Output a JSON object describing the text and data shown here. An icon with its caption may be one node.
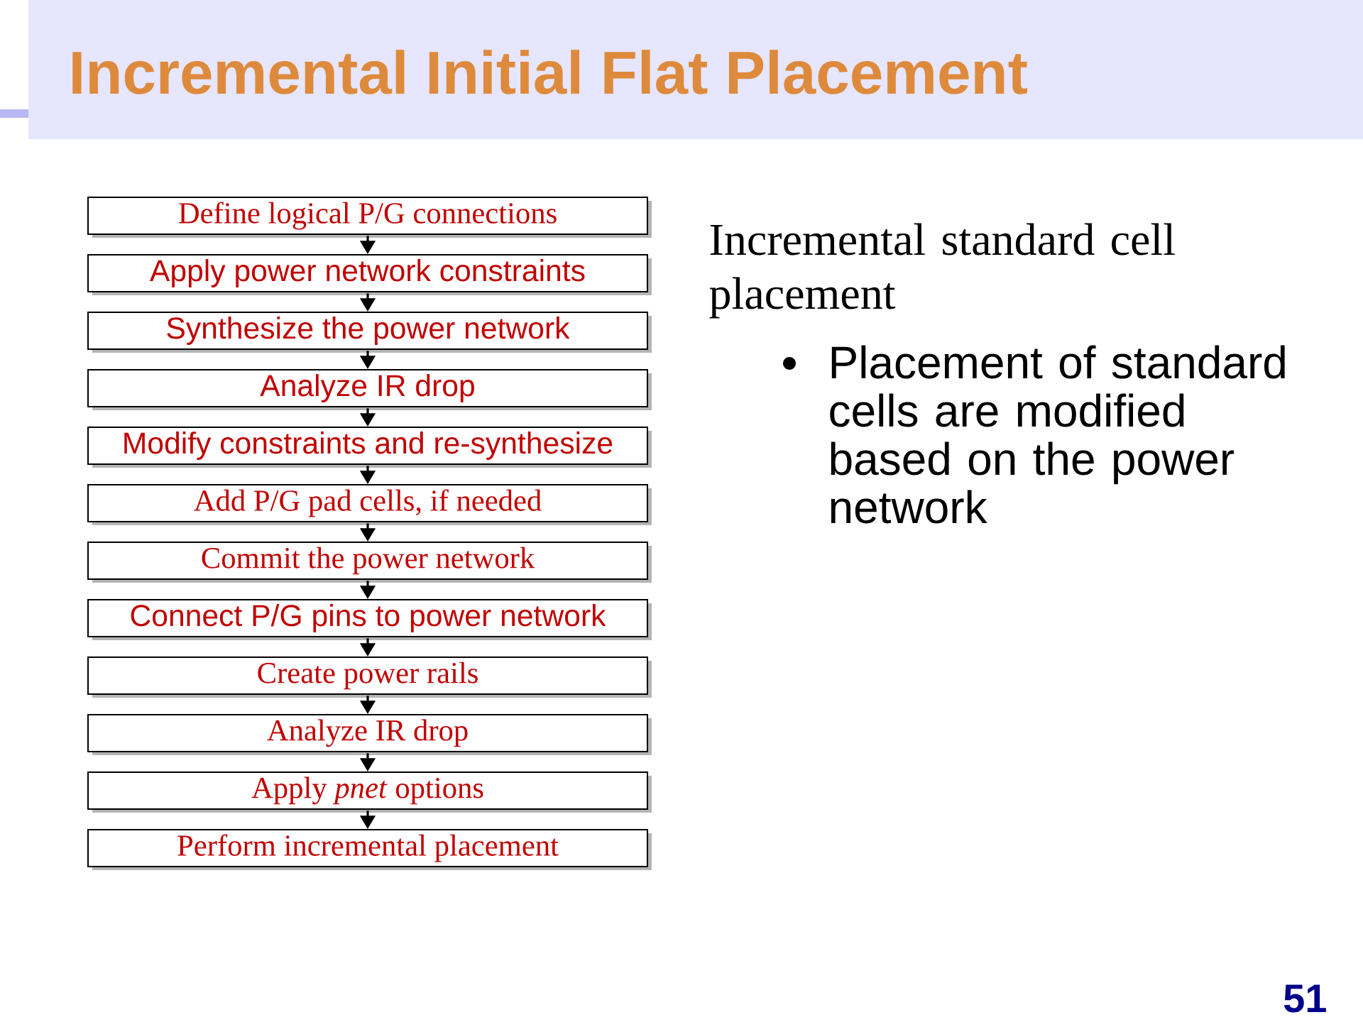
{
  "diagram": {
    "title": "Incremental Initial Flat Placement",
    "nodes": [
      {
        "text": [
          "Define logical P/G connections"
        ]
      },
      {
        "text": [
          "Apply power network constraints"
        ]
      },
      {
        "text": [
          "Synthesize the power network"
        ]
      },
      {
        "text": [
          "Analyze IR drop"
        ]
      },
      {
        "text": [
          "Modify constraints and re-synthesize"
        ]
      },
      {
        "text": [
          "Add P/G pad cells, if needed"
        ]
      },
      {
        "text": [
          "Commit the power network"
        ]
      },
      {
        "text": [
          "Connect P/G pins to power network"
        ]
      },
      {
        "text": [
          "Create power rails"
        ]
      },
      {
        "text": [
          "Analyze IR drop"
        ]
      },
      {
        "text": [
          "Apply *pnet* options"
        ]
      },
      {
        "text": [
          "Perform incremental placement"
        ]
      }
    ],
    "edges": [
      {
        "from": 0,
        "to": 1,
        "arrow": "to"
      },
      {
        "from": 1,
        "to": 2,
        "arrow": "to"
      },
      {
        "from": 2,
        "to": 3,
        "arrow": "to"
      },
      {
        "from": 3,
        "to": 4,
        "arrow": "to"
      },
      {
        "from": 4,
        "to": 5,
        "arrow": "to"
      },
      {
        "from": 5,
        "to": 6,
        "arrow": "to"
      },
      {
        "from": 6,
        "to": 7,
        "arrow": "to"
      },
      {
        "from": 7,
        "to": 8,
        "arrow": "to"
      },
      {
        "from": 8,
        "to": 9,
        "arrow": "to"
      },
      {
        "from": 9,
        "to": 10,
        "arrow": "to"
      },
      {
        "from": 10,
        "to": 11,
        "arrow": "to"
      }
    ],
    "labels": [
      "Incremental standard cell placement",
      "Placement of standard cells are modified based on the power network",
      "51"
    ]
  }
}
